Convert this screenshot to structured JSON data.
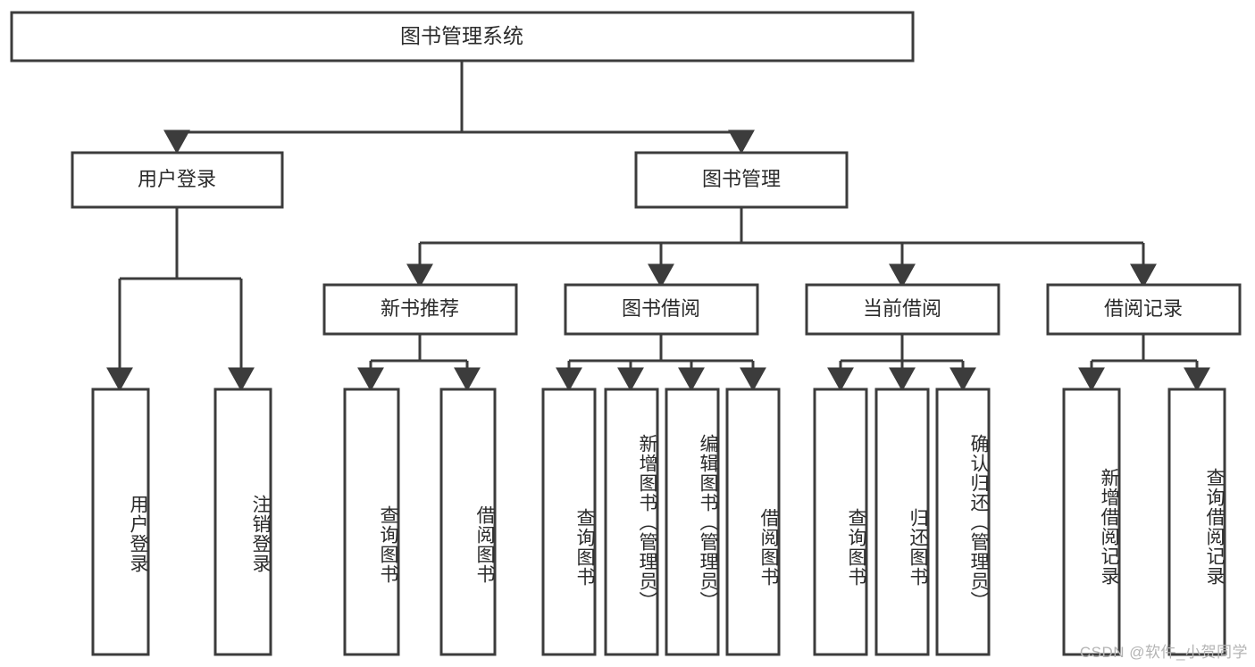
{
  "diagram": {
    "type": "tree",
    "title": "图书管理系统",
    "watermark": "CSDN @软件_小贺同学",
    "colors": {
      "stroke": "#3c3c3c",
      "fill": "#ffffff",
      "text": "#2b2b2b",
      "watermark": "#b4b4b4",
      "background": "#ffffff"
    },
    "root": {
      "label": "图书管理系统"
    },
    "level1": [
      {
        "label": "用户登录"
      },
      {
        "label": "图书管理"
      }
    ],
    "level2": [
      {
        "label": "新书推荐"
      },
      {
        "label": "图书借阅"
      },
      {
        "label": "当前借阅"
      },
      {
        "label": "借阅记录"
      }
    ],
    "leaves": {
      "user_login": [
        {
          "label": "用户登录"
        },
        {
          "label": "注销登录"
        }
      ],
      "new_book_recommend": [
        {
          "label": "查询图书"
        },
        {
          "label": "借阅图书"
        }
      ],
      "book_borrow": [
        {
          "label": "查询图书"
        },
        {
          "label": "新增图书（管理员）"
        },
        {
          "label": "编辑图书（管理员）"
        },
        {
          "label": "借阅图书"
        }
      ],
      "current_borrow": [
        {
          "label": "查询图书"
        },
        {
          "label": "归还图书"
        },
        {
          "label": "确认归还（管理员）"
        }
      ],
      "borrow_record": [
        {
          "label": "新增借阅记录"
        },
        {
          "label": "查询借阅记录"
        }
      ]
    }
  }
}
